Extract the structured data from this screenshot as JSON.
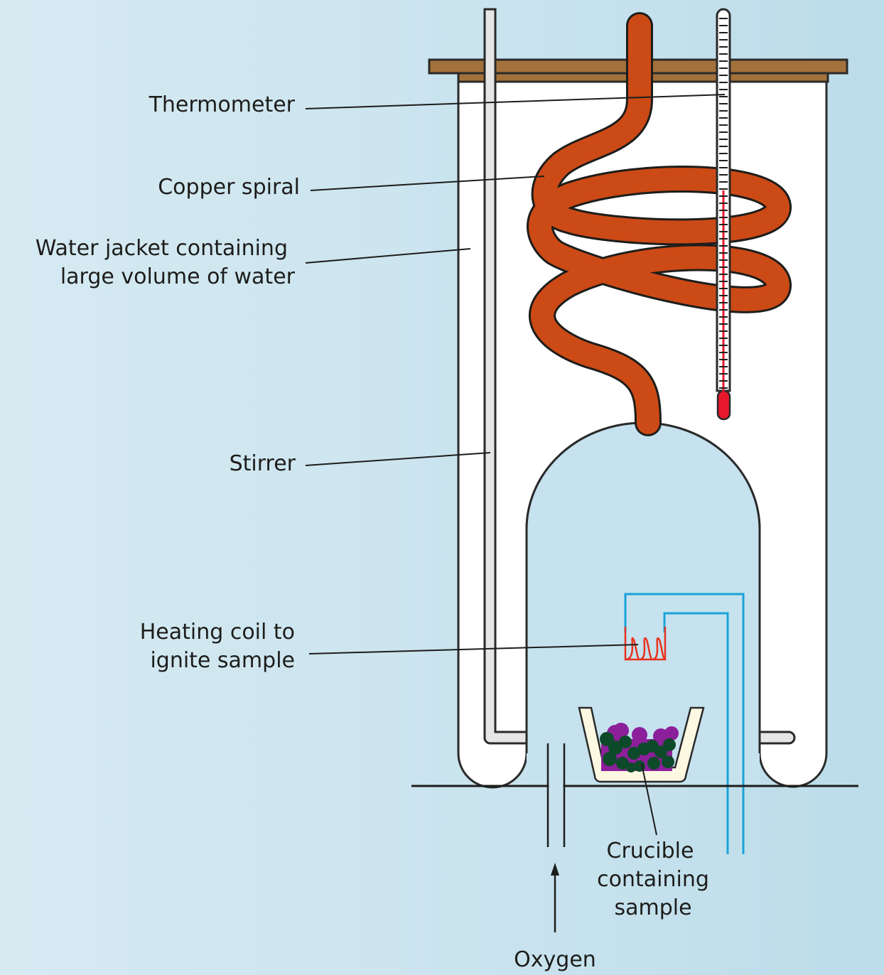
{
  "title": "Bomb calorimeter apparatus",
  "labels": {
    "thermometer": "Thermometer",
    "copper_spiral": "Copper spiral",
    "water_jacket_line1": "Water jacket containing",
    "water_jacket_line2": "large volume of water",
    "stirrer": "Stirrer",
    "heating_coil_line1": "Heating coil to",
    "heating_coil_line2": "ignite sample",
    "crucible_line1": "Crucible",
    "crucible_line2": "containing",
    "crucible_line3": "sample",
    "oxygen": "Oxygen"
  },
  "colors": {
    "background": "#cce5ef",
    "copper": "#cc4a16",
    "lid": "#a3713b",
    "mercury": "#e8182c",
    "wire": "#1aa3d9",
    "coil": "#e8321e",
    "sample_purple": "#8c1f9a",
    "sample_green": "#0d4a2a"
  }
}
